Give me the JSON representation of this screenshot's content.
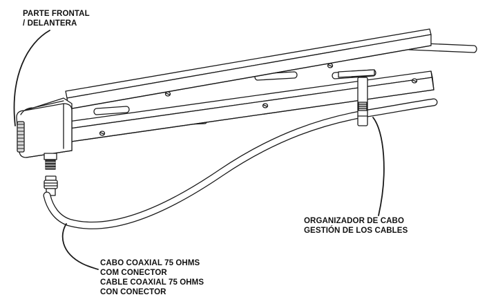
{
  "labels": {
    "front": [
      "PARTE FRONTAL",
      "/ DELANTERA"
    ],
    "organizer": [
      "ORGANIZADOR DE CABO",
      "GESTIÓN DE LOS CABLES"
    ],
    "coax": [
      "CABO COAXIAL 75 OHMS",
      "COM CONECTOR",
      "CABLE COAXIAL 75 OHMS",
      "CON CONECTOR"
    ]
  },
  "colors": {
    "line": "#1a1a1a",
    "fill": "#ffffff",
    "shade": "#d8d8d8",
    "dark": "#333333"
  }
}
